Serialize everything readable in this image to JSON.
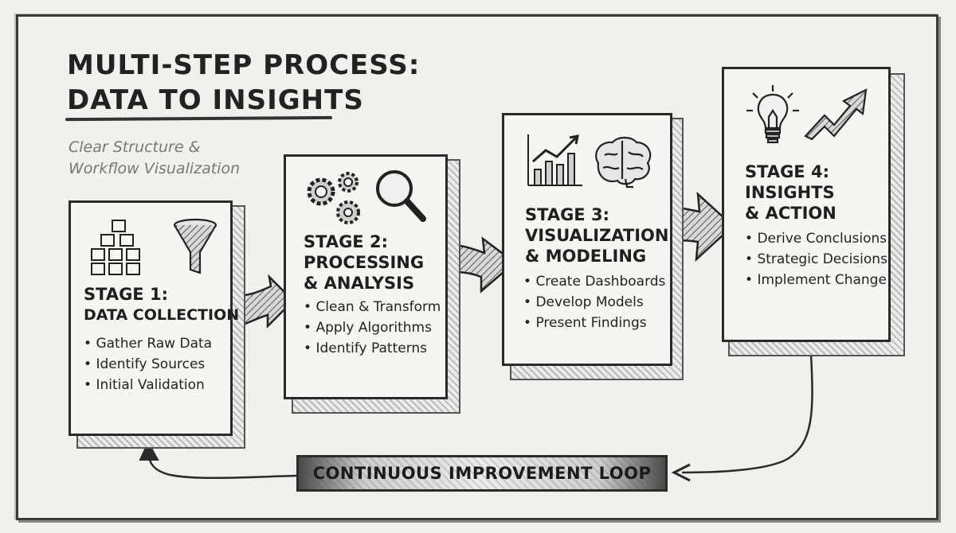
{
  "header": {
    "title_line1": "MULTI-STEP PROCESS:",
    "title_line2": "DATA TO INSIGHTS",
    "subtitle_line1": "Clear Structure &",
    "subtitle_line2": "Workflow Visualization"
  },
  "stages": [
    {
      "title_line1": "STAGE 1:",
      "title_line2": "DATA COLLECTION",
      "bullets": [
        "Gather Raw Data",
        "Identify Sources",
        "Initial Validation"
      ],
      "icons": [
        "boxes-icon",
        "funnel-icon"
      ]
    },
    {
      "title_line1": "STAGE 2:",
      "title_line2": "PROCESSING",
      "title_line3": "& ANALYSIS",
      "bullets": [
        "Clean & Transform",
        "Apply Algorithms",
        "Identify Patterns"
      ],
      "icons": [
        "gears-icon",
        "magnifier-icon"
      ]
    },
    {
      "title_line1": "STAGE 3:",
      "title_line2": "VISUALIZATION",
      "title_line3": "& MODELING",
      "bullets": [
        "Create Dashboards",
        "Develop Models",
        "Present Findings"
      ],
      "icons": [
        "bar-chart-icon",
        "brain-icon"
      ]
    },
    {
      "title_line1": "STAGE 4:",
      "title_line2": "INSIGHTS",
      "title_line3": "& ACTION",
      "bullets": [
        "Derive Conclusions",
        "Strategic Decisions",
        "Implement Change"
      ],
      "icons": [
        "lightbulb-icon",
        "trend-arrow-icon"
      ]
    }
  ],
  "loop": {
    "label": "CONTINUOUS IMPROVEMENT LOOP"
  },
  "colors": {
    "background": "#f1f0ec",
    "ink": "#1e1e1e",
    "muted_text": "#777777"
  }
}
